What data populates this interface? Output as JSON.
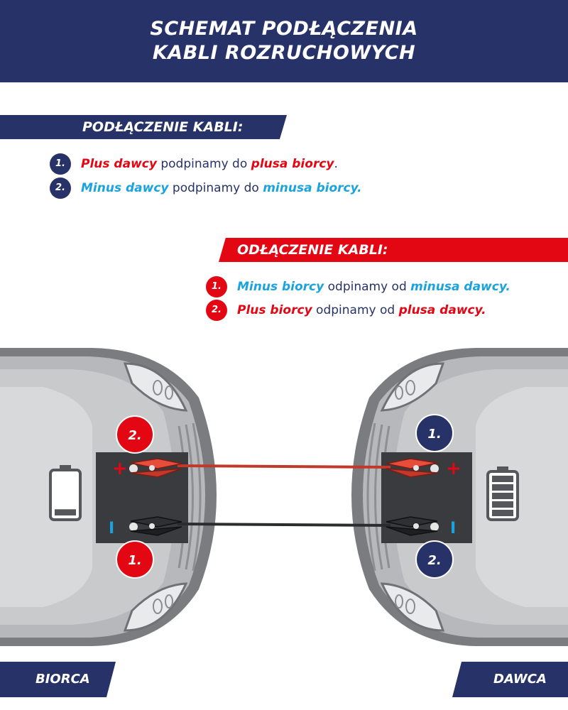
{
  "header": {
    "title_line1": "SCHEMAT PODŁĄCZENIA",
    "title_line2": "KABLI ROZRUCHOWYCH"
  },
  "connect": {
    "heading": "PODŁĄCZENIE KABLI:",
    "steps": [
      {
        "num": "1.",
        "a": "Plus dawcy",
        "mid": " podpinamy do ",
        "b": "plusa biorcy",
        "end": "."
      },
      {
        "num": "2.",
        "a": "Minus dawcy",
        "mid": " podpinamy do ",
        "b": "minusa biorcy.",
        "end": ""
      }
    ]
  },
  "disconnect": {
    "heading": "ODŁĄCZENIE KABLI:",
    "steps": [
      {
        "num": "1.",
        "a": "Minus biorcy",
        "mid": " odpinamy od ",
        "b": "minusa dawcy.",
        "end": ""
      },
      {
        "num": "2.",
        "a": "Plus biorcy",
        "mid": " odpinamy od ",
        "b": "plusa dawcy.",
        "end": ""
      }
    ]
  },
  "diagram": {
    "receiver": {
      "plus_badge": "2.",
      "minus_badge": "1.",
      "plus_sign": "+",
      "minus_sign": "I",
      "battery_level": 0.15
    },
    "donor": {
      "plus_badge": "1.",
      "minus_badge": "2.",
      "plus_sign": "+",
      "minus_sign": "I",
      "battery_level": 1.0
    }
  },
  "labels": {
    "receiver": "BIORCA",
    "donor": "DAWCA"
  },
  "colors": {
    "navy": "#273268",
    "red": "#e30613",
    "blue": "#1aa3dd"
  }
}
